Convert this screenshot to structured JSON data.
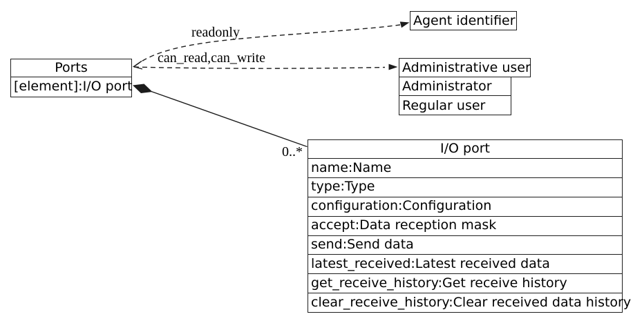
{
  "diagram": {
    "nodes": {
      "ports": {
        "title": "Ports",
        "attributes": [
          "[element]:I/O port"
        ]
      },
      "agent_identifier": {
        "title": "Agent identifier"
      },
      "administrative_user": {
        "title": "Administrative user",
        "values": [
          "Administrator",
          "Regular user"
        ]
      },
      "io_port": {
        "title": "I/O port",
        "attributes": [
          "name:Name",
          "type:Type",
          "configuration:Configuration",
          "accept:Data reception mask",
          "send:Send data",
          "latest_received:Latest received data",
          "get_receive_history:Get receive history",
          "clear_receive_history:Clear received data history"
        ]
      }
    },
    "edges": {
      "readonly": {
        "label": "readonly",
        "style": "dashed",
        "from": "ports",
        "to": "agent_identifier",
        "arrowhead": "vee"
      },
      "can_read_write": {
        "label": "can_read,can_write",
        "style": "dashed",
        "from": "ports",
        "to": "administrative_user",
        "arrowhead": "vee"
      },
      "element_composition": {
        "multiplicity": "0..*",
        "style": "solid",
        "from": "ports",
        "to": "io_port",
        "tail_decoration": "filled-diamond"
      }
    },
    "colors": {
      "stroke": "#1c1c1c",
      "background": "#ffffff",
      "text": "#000000"
    }
  }
}
